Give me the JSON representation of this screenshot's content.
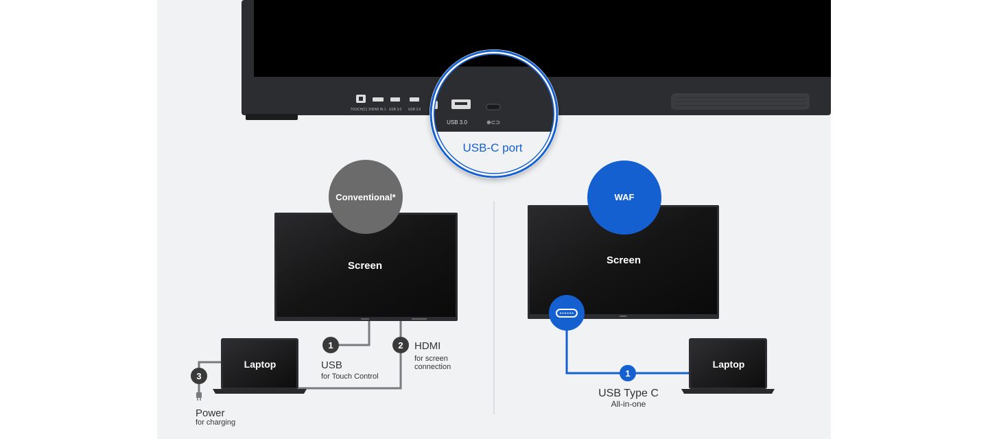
{
  "top_display": {
    "port_labels": [
      "TOUCH(C) 1",
      "HDMI IN 1",
      "USB 3.0",
      "USB 3.0"
    ],
    "zoom": {
      "usb_label": "USB 3.0",
      "usb_c_icon_label": "⊕⊂⊃",
      "caption": "USB-C port"
    }
  },
  "conventional": {
    "badge": "Conventional*",
    "screen_label": "Screen",
    "laptop_label": "Laptop",
    "connections": [
      {
        "number": "1",
        "name": "USB",
        "desc": "for Touch Control"
      },
      {
        "number": "2",
        "name": "HDMI",
        "desc_line1": "for screen",
        "desc_line2": "connection"
      },
      {
        "number": "3",
        "name": "Power",
        "desc": "for charging"
      }
    ]
  },
  "waf": {
    "badge": "WAF",
    "screen_label": "Screen",
    "laptop_label": "Laptop",
    "connection": {
      "number": "1",
      "name": "USB Type C",
      "desc": "All-in-one"
    }
  },
  "colors": {
    "accent_blue": "#1560d0",
    "gray_badge": "#6b6b6b",
    "number_badge": "#3a3a3a",
    "panel_bg": "#f1f2f4",
    "bezel": "#2c2d30"
  }
}
